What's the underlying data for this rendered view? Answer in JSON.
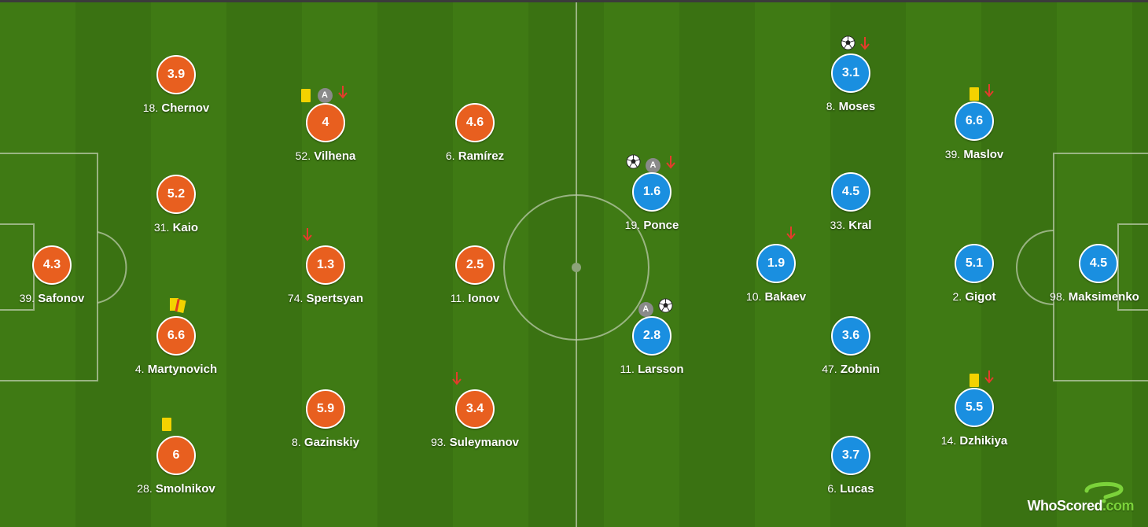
{
  "colors": {
    "home": "#e85f1f",
    "away": "#1a8fe0",
    "pitch": "#3f7a14",
    "accent": "#7bd23a"
  },
  "brand": {
    "left": "WhoScored",
    "right": ".com"
  },
  "players": [
    {
      "id": "safonov",
      "team": "home",
      "number": "39.",
      "name": "Safonov",
      "rating": "4.3",
      "icons": []
    },
    {
      "id": "chernov",
      "team": "home",
      "number": "18.",
      "name": "Chernov",
      "rating": "3.9",
      "icons": []
    },
    {
      "id": "kaio",
      "team": "home",
      "number": "31.",
      "name": "Kaio",
      "rating": "5.2",
      "icons": []
    },
    {
      "id": "martynovich",
      "team": "home",
      "number": "4.",
      "name": "Martynovich",
      "rating": "6.6",
      "icons": [
        "yellow-card",
        "second-yellow-card"
      ]
    },
    {
      "id": "smolnikov",
      "team": "home",
      "number": "28.",
      "name": "Smolnikov",
      "rating": "6",
      "icons": [
        "yellow-card"
      ]
    },
    {
      "id": "vilhena",
      "team": "home",
      "number": "52.",
      "name": "Vilhena",
      "rating": "4",
      "icons": [
        "yellow-card",
        "assist",
        "sub-off-arrow"
      ]
    },
    {
      "id": "spertsyan",
      "team": "home",
      "number": "74.",
      "name": "Spertsyan",
      "rating": "1.3",
      "icons": [
        "sub-off-arrow"
      ]
    },
    {
      "id": "gazinskiy",
      "team": "home",
      "number": "8.",
      "name": "Gazinskiy",
      "rating": "5.9",
      "icons": []
    },
    {
      "id": "ramirez",
      "team": "home",
      "number": "6.",
      "name": "Ramírez",
      "rating": "4.6",
      "icons": []
    },
    {
      "id": "ionov",
      "team": "home",
      "number": "11.",
      "name": "Ionov",
      "rating": "2.5",
      "icons": []
    },
    {
      "id": "suleymanov",
      "team": "home",
      "number": "93.",
      "name": "Suleymanov",
      "rating": "3.4",
      "icons": [
        "sub-off-arrow"
      ]
    },
    {
      "id": "ponce",
      "team": "away",
      "number": "19.",
      "name": "Ponce",
      "rating": "1.6",
      "icons": [
        "goal-ball",
        "assist",
        "sub-off-arrow"
      ]
    },
    {
      "id": "larsson",
      "team": "away",
      "number": "11.",
      "name": "Larsson",
      "rating": "2.8",
      "icons": [
        "assist",
        "goal-ball"
      ]
    },
    {
      "id": "moses",
      "team": "away",
      "number": "8.",
      "name": "Moses",
      "rating": "3.1",
      "icons": [
        "goal-ball",
        "sub-off-arrow"
      ]
    },
    {
      "id": "kral",
      "team": "away",
      "number": "33.",
      "name": "Kral",
      "rating": "4.5",
      "icons": []
    },
    {
      "id": "bakaev",
      "team": "away",
      "number": "10.",
      "name": "Bakaev",
      "rating": "1.9",
      "icons": [
        "sub-off-arrow"
      ]
    },
    {
      "id": "zobnin",
      "team": "away",
      "number": "47.",
      "name": "Zobnin",
      "rating": "3.6",
      "icons": []
    },
    {
      "id": "lucas",
      "team": "away",
      "number": "6.",
      "name": "Lucas",
      "rating": "3.7",
      "icons": []
    },
    {
      "id": "maslov",
      "team": "away",
      "number": "39.",
      "name": "Maslov",
      "rating": "6.6",
      "icons": [
        "yellow-card",
        "sub-off-arrow"
      ]
    },
    {
      "id": "gigot",
      "team": "away",
      "number": "2.",
      "name": "Gigot",
      "rating": "5.1",
      "icons": []
    },
    {
      "id": "dzhikiya",
      "team": "away",
      "number": "14.",
      "name": "Dzhikiya",
      "rating": "5.5",
      "icons": [
        "yellow-card",
        "sub-off-arrow"
      ]
    },
    {
      "id": "maksimenko",
      "team": "away",
      "number": "98.",
      "name": "Maksimenko",
      "rating": "4.5",
      "icons": []
    }
  ]
}
